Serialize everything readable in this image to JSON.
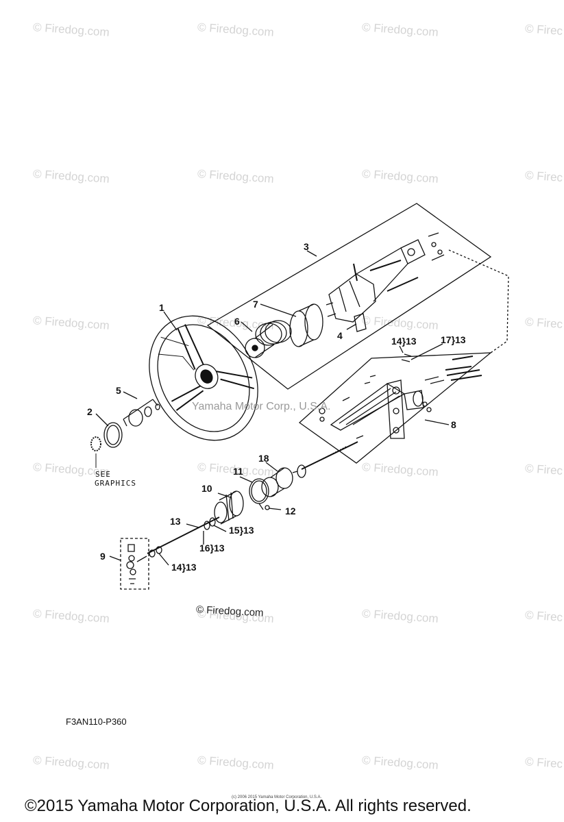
{
  "watermark_text": "© Firedog.com",
  "watermarks": [
    {
      "id": "wm-1",
      "text": "© Firedog.com"
    },
    {
      "id": "wm-2",
      "text": "© Firedog.com"
    },
    {
      "id": "wm-3",
      "text": "© Firedog.com"
    },
    {
      "id": "wm-4",
      "text": "© Firec"
    },
    {
      "id": "wm-5",
      "text": "© Firedog.com"
    },
    {
      "id": "wm-6",
      "text": "© Firedog.com"
    },
    {
      "id": "wm-7",
      "text": "© Firedog.com"
    },
    {
      "id": "wm-8",
      "text": "© Firec"
    },
    {
      "id": "wm-9",
      "text": "© Firedog.com"
    },
    {
      "id": "wm-10",
      "text": "© Firedog.com"
    },
    {
      "id": "wm-11",
      "text": "© Firedog.com"
    },
    {
      "id": "wm-12",
      "text": "© Firec"
    },
    {
      "id": "wm-13",
      "text": "© Firedog.com"
    },
    {
      "id": "wm-14",
      "text": "© Firedog.com"
    },
    {
      "id": "wm-15",
      "text": "© Firedog.com"
    },
    {
      "id": "wm-16",
      "text": "© Firec"
    },
    {
      "id": "wm-17",
      "text": "© Firedog.com"
    },
    {
      "id": "wm-18",
      "text": "© Firedog.com"
    },
    {
      "id": "wm-19",
      "text": "© Firedog.com"
    },
    {
      "id": "wm-20",
      "text": "© Firec"
    },
    {
      "id": "wm-21",
      "text": "© Firedog.com"
    },
    {
      "id": "wm-22",
      "text": "© Firedog.com"
    },
    {
      "id": "wm-23",
      "text": "© Firedog.com"
    },
    {
      "id": "wm-24",
      "text": "© Firec"
    }
  ],
  "center_watermark": "Yamaha Motor Corp., U.S.A.",
  "firedog_mid": "© Firedog.com",
  "part_labels": {
    "p1": "1",
    "p2": "2",
    "p3": "3",
    "p4": "4",
    "p5": "5",
    "p6": "6",
    "p7": "7",
    "p8": "8",
    "p9": "9",
    "p10": "10",
    "p11": "11",
    "p12": "12",
    "p13": "13",
    "p14a": "14}13",
    "p14b": "14}13",
    "p15": "15}13",
    "p16": "16}13",
    "p17": "17}13",
    "p18": "18"
  },
  "see_graphics": {
    "line1": "SEE",
    "line2": "GRAPHICS"
  },
  "diagram_code": "F3AN110-P360",
  "small_copyright": "(c) 2006 2015 Yamaha Motor Corporation, U.S.A.",
  "copyright": "©2015 Yamaha Motor Corporation, U.S.A. All rights reserved."
}
